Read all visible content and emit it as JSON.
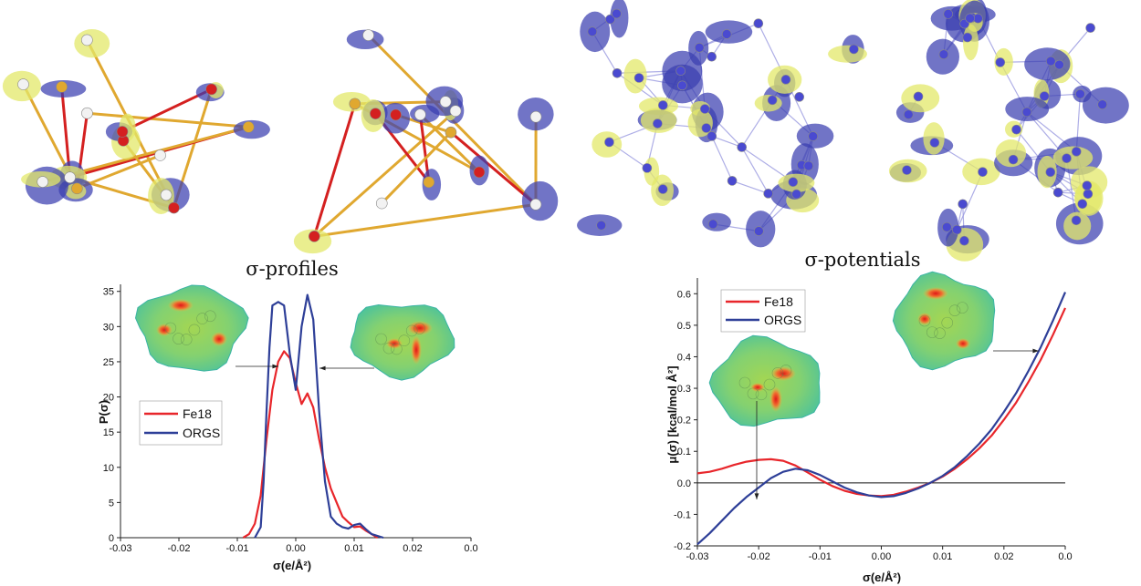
{
  "colors": {
    "fe18": "#e8262b",
    "orgs": "#2e3f98",
    "iso_blue": "#3a3fb0",
    "iso_yellow": "#e3e86a",
    "bond_red": "#d42020",
    "atom_gold": "#e0a830",
    "bond_grey": "#9a9ae0"
  },
  "chart_data": [
    {
      "type": "line",
      "title": "σ-profiles",
      "xlabel": "σ(e/Å²)",
      "ylabel": "P(σ)",
      "xlim": [
        -0.03,
        0.03
      ],
      "ylim": [
        0,
        36
      ],
      "xticks": [
        "-0.03",
        "-0.02",
        "-0.01",
        "0.00",
        "0.01",
        "0.02",
        "0.0"
      ],
      "yticks": [
        "0",
        "5",
        "10",
        "15",
        "20",
        "25",
        "30",
        "35"
      ],
      "grid": false,
      "legend": "center-left",
      "series": [
        {
          "name": "Fe18",
          "x": [
            -0.009,
            -0.008,
            -0.007,
            -0.006,
            -0.005,
            -0.004,
            -0.003,
            -0.002,
            -0.001,
            0.0,
            0.001,
            0.002,
            0.003,
            0.004,
            0.005,
            0.006,
            0.007,
            0.008,
            0.009,
            0.01,
            0.011,
            0.012,
            0.013,
            0.014
          ],
          "values": [
            0.0,
            0.5,
            2.0,
            6.0,
            14.0,
            21.0,
            25.0,
            26.5,
            25.5,
            22.0,
            19.0,
            20.5,
            18.5,
            14.0,
            10.0,
            7.0,
            5.0,
            3.0,
            2.2,
            1.5,
            1.6,
            1.0,
            0.5,
            0.0
          ]
        },
        {
          "name": "ORGS",
          "x": [
            -0.007,
            -0.006,
            -0.0055,
            -0.005,
            -0.0045,
            -0.004,
            -0.003,
            -0.002,
            -0.001,
            0.0,
            0.001,
            0.002,
            0.003,
            0.004,
            0.005,
            0.006,
            0.007,
            0.008,
            0.009,
            0.01,
            0.011,
            0.012,
            0.013,
            0.015
          ],
          "values": [
            0.0,
            1.5,
            8.0,
            18.0,
            27.0,
            33.0,
            33.5,
            33.0,
            26.0,
            21.0,
            30.0,
            34.5,
            31.0,
            18.0,
            8.0,
            3.0,
            2.0,
            1.5,
            1.3,
            1.8,
            2.0,
            1.2,
            0.5,
            0.0
          ]
        }
      ]
    },
    {
      "type": "line",
      "title": "σ-potentials",
      "xlabel": "σ(e/Å²)",
      "ylabel": "μ(σ) [kcal/mol Å²]",
      "xlim": [
        -0.03,
        0.03
      ],
      "ylim": [
        -0.2,
        0.65
      ],
      "xticks": [
        "-0.03",
        "-0.02",
        "-0.01",
        "0.00",
        "0.01",
        "0.02",
        "0.0"
      ],
      "yticks": [
        "-0.2",
        "-0.1",
        "0.0",
        "0.1",
        "0.2",
        "0.3",
        "0.4",
        "0.5",
        "0.6"
      ],
      "grid": false,
      "legend": "top-left",
      "series": [
        {
          "name": "Fe18",
          "x": [
            -0.03,
            -0.028,
            -0.026,
            -0.024,
            -0.022,
            -0.02,
            -0.018,
            -0.016,
            -0.014,
            -0.012,
            -0.01,
            -0.008,
            -0.006,
            -0.004,
            -0.002,
            0.0,
            0.002,
            0.004,
            0.006,
            0.008,
            0.01,
            0.012,
            0.014,
            0.016,
            0.018,
            0.02,
            0.022,
            0.024,
            0.026,
            0.028,
            0.03
          ],
          "values": [
            0.03,
            0.035,
            0.045,
            0.057,
            0.067,
            0.073,
            0.075,
            0.07,
            0.055,
            0.033,
            0.01,
            -0.01,
            -0.025,
            -0.035,
            -0.04,
            -0.042,
            -0.038,
            -0.028,
            -0.015,
            0.0,
            0.02,
            0.045,
            0.075,
            0.11,
            0.15,
            0.2,
            0.255,
            0.32,
            0.39,
            0.47,
            0.555
          ]
        },
        {
          "name": "ORGS",
          "x": [
            -0.03,
            -0.028,
            -0.026,
            -0.024,
            -0.022,
            -0.02,
            -0.018,
            -0.016,
            -0.014,
            -0.012,
            -0.01,
            -0.008,
            -0.006,
            -0.004,
            -0.002,
            0.0,
            0.002,
            0.004,
            0.006,
            0.008,
            0.01,
            0.012,
            0.014,
            0.016,
            0.018,
            0.02,
            0.022,
            0.024,
            0.026,
            0.028,
            0.03
          ],
          "values": [
            -0.195,
            -0.16,
            -0.12,
            -0.08,
            -0.045,
            -0.015,
            0.015,
            0.035,
            0.045,
            0.04,
            0.025,
            0.005,
            -0.015,
            -0.03,
            -0.04,
            -0.045,
            -0.042,
            -0.032,
            -0.018,
            0.0,
            0.022,
            0.05,
            0.085,
            0.125,
            0.17,
            0.225,
            0.285,
            0.355,
            0.43,
            0.515,
            0.605
          ]
        }
      ]
    }
  ]
}
